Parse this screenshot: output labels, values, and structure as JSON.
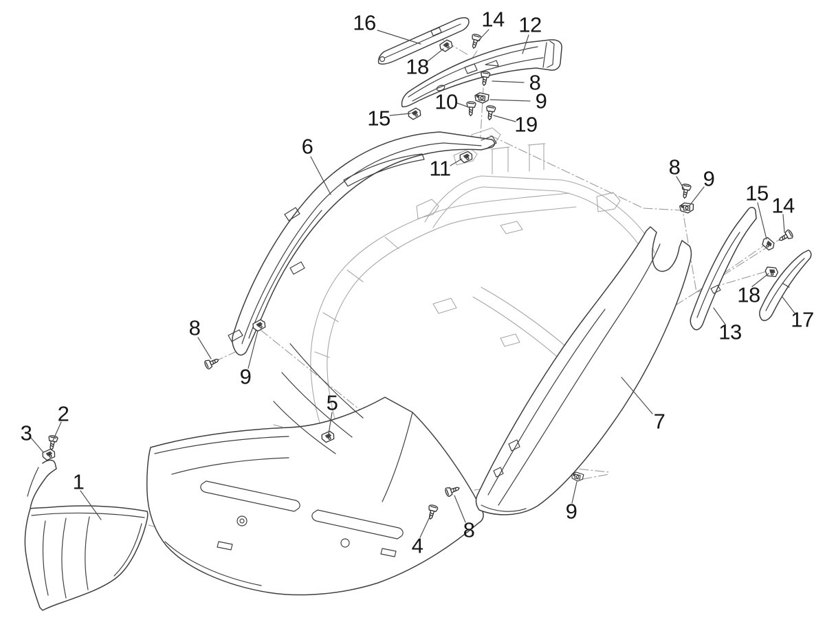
{
  "diagram": {
    "colors": {
      "background": "#ffffff",
      "part_line": "#3e3e3e",
      "frame_line": "#a6a6a6",
      "leader_line": "#4d4d4d",
      "dash_line": "#9a9a9a",
      "label_text": "#161616"
    },
    "callouts": [
      {
        "n": "16"
      },
      {
        "n": "14"
      },
      {
        "n": "12"
      },
      {
        "n": "18"
      },
      {
        "n": "8"
      },
      {
        "n": "9"
      },
      {
        "n": "10"
      },
      {
        "n": "15"
      },
      {
        "n": "19"
      },
      {
        "n": "6"
      },
      {
        "n": "11"
      },
      {
        "n": "8"
      },
      {
        "n": "9"
      },
      {
        "n": "15"
      },
      {
        "n": "14"
      },
      {
        "n": "18"
      },
      {
        "n": "13"
      },
      {
        "n": "17"
      },
      {
        "n": "8"
      },
      {
        "n": "9"
      },
      {
        "n": "5"
      },
      {
        "n": "7"
      },
      {
        "n": "2"
      },
      {
        "n": "3"
      },
      {
        "n": "1"
      },
      {
        "n": "4"
      },
      {
        "n": "8"
      },
      {
        "n": "9"
      }
    ]
  }
}
